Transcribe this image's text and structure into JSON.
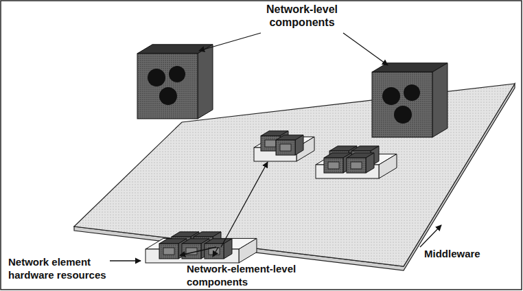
{
  "diagram": {
    "labels": [
      "Network-level components",
      "Network element hardware resources",
      "Network-element-level components",
      "Middleware"
    ]
  }
}
